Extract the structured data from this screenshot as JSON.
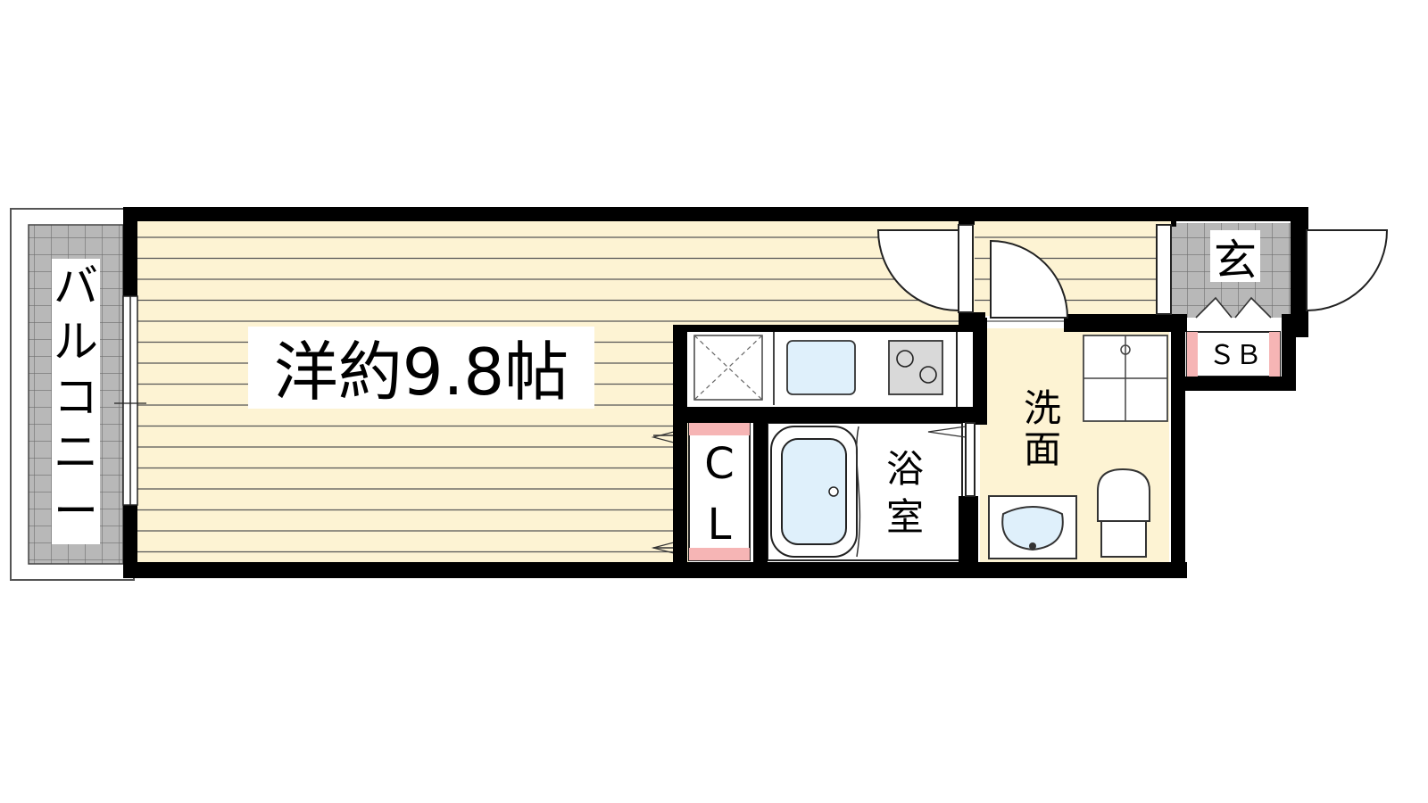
{
  "rooms": {
    "balcony": "バルコニー",
    "western_room": "洋約9.8帖",
    "closet_c": "C",
    "closet_l": "L",
    "bath": [
      "浴",
      "室"
    ],
    "washroom": [
      "洗",
      "面"
    ],
    "entrance": "玄",
    "shoe_box": "ＳＢ"
  },
  "colors": {
    "floor": "#fdf3d3",
    "wall": "#000000",
    "fixture": "#dff0fb",
    "tile": "#b5b5b5",
    "storage_accent": "#f6b5b5"
  }
}
